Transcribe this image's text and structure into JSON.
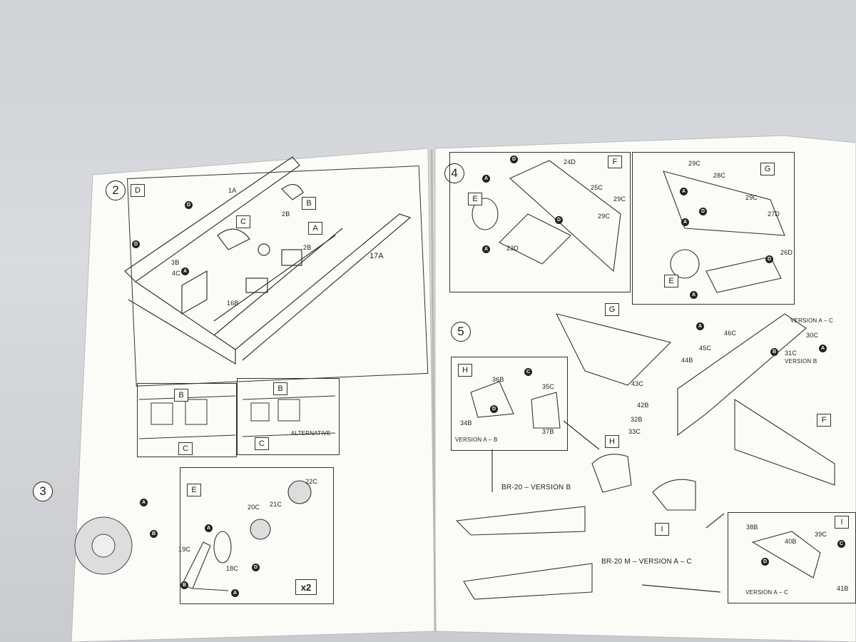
{
  "steps": {
    "s2": "2",
    "s3": "3",
    "s4": "4",
    "s5": "5"
  },
  "left_page": {
    "panel_d": {
      "tag": "D",
      "parts": {
        "p1a": "1A",
        "p2b_top": "2B",
        "p2b_mid": "2B",
        "p3b": "3B",
        "p4c": "4C",
        "p16b": "16B",
        "p17a": "17A"
      },
      "letters": {
        "b": "B",
        "c": "C",
        "a": "A"
      },
      "dots": {
        "d1": "D",
        "d2": "D",
        "a1": "A"
      }
    },
    "alt_left": {
      "b": "B",
      "c": "C"
    },
    "alt_right": {
      "b": "B",
      "c": "C",
      "caption": "ALTERNATIVE"
    },
    "panel_e": {
      "tag": "E",
      "parts": {
        "p19c": "19C",
        "p18c": "18C",
        "p20c": "20C",
        "p21c": "21C",
        "p22c": "22C"
      },
      "multiplier": "x2",
      "dots": {
        "a1": "A",
        "a2": "A",
        "b1": "B",
        "d1": "D"
      }
    },
    "engine_dots": {
      "a": "A",
      "b": "B"
    }
  },
  "right_page": {
    "panel_f": {
      "tag": "F",
      "tag_e": "E",
      "parts": {
        "p24d": "24D",
        "p25c": "25C",
        "p29c_a": "29C",
        "p29c_b": "29C",
        "p23d": "23D"
      },
      "dots": {
        "d1": "D",
        "d2": "D",
        "a1": "A",
        "a2": "A"
      }
    },
    "panel_g": {
      "tag": "G",
      "tag_e": "E",
      "parts": {
        "p29c_a": "29C",
        "p28c": "28C",
        "p29c_b": "29C",
        "p27d": "27D",
        "p26d": "26D"
      },
      "dots": {
        "a1": "A",
        "d1": "D",
        "a2": "A",
        "d2": "D",
        "a3": "A"
      }
    },
    "panel_h": {
      "tag": "H",
      "parts": {
        "p36b": "36B",
        "p35c": "35C",
        "p34b": "34B",
        "p37b": "37B"
      },
      "caption": "VERSION A – B",
      "dots": {
        "c": "C",
        "d": "D"
      }
    },
    "main": {
      "tag_g": "G",
      "tag_f": "F",
      "tag_h": "H",
      "tag_i": "I",
      "parts": {
        "p46c": "46C",
        "p45c": "45C",
        "p44b": "44B",
        "p43c": "43C",
        "p42b": "42B",
        "p32b": "32B",
        "p33c": "33C",
        "p30c": "30C",
        "p31c": "31C"
      },
      "version_ac": "VERSION A – C",
      "version_b": "VERSION B",
      "dots": {
        "a1": "A",
        "a2": "A",
        "b1": "B"
      }
    },
    "variants": {
      "br20_b": "BR-20 – VERSION B",
      "br20m": "BR-20 M – VERSION A – C"
    },
    "panel_i": {
      "tag": "I",
      "parts": {
        "p38b": "38B",
        "p40b": "40B",
        "p39c": "39C",
        "p41b": "41B"
      },
      "caption": "VERSION A – C",
      "dots": {
        "c": "C",
        "d": "D"
      }
    }
  },
  "colors": {
    "paper": "#fbfbf8",
    "ink": "#222222",
    "table": "#cfd2d6"
  }
}
